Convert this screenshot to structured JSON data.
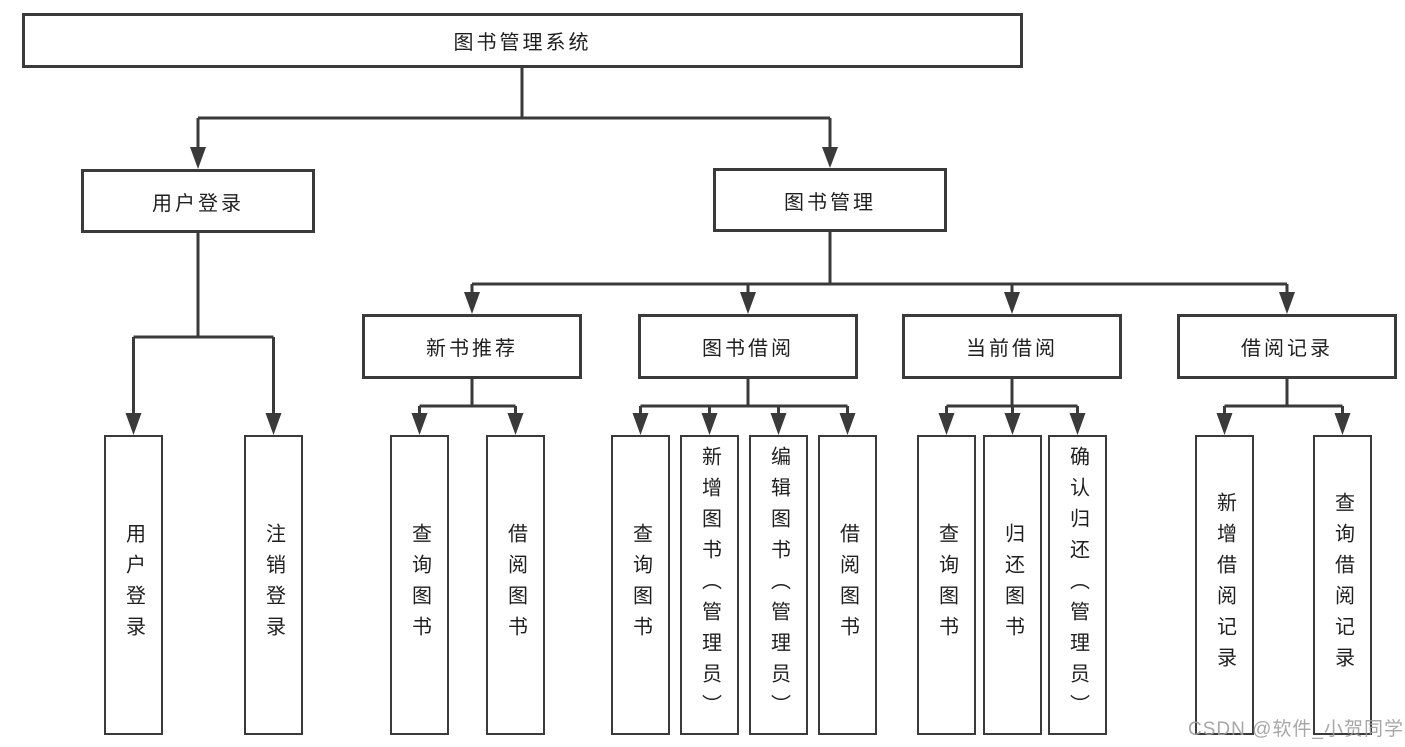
{
  "colors": {
    "background": "#ffffff",
    "line": "#3a3a3a",
    "box_border": "#3a3a3a",
    "text": "#1f1f1f",
    "watermark": "#9e9e9e"
  },
  "diagram": {
    "root": {
      "label": "图书管理系统"
    },
    "level2": [
      {
        "label": "用户登录"
      },
      {
        "label": "图书管理"
      }
    ],
    "level3": [
      {
        "label": "新书推荐"
      },
      {
        "label": "图书借阅"
      },
      {
        "label": "当前借阅"
      },
      {
        "label": "借阅记录"
      }
    ],
    "leaves": [
      {
        "label": "用户登录"
      },
      {
        "label": "注销登录"
      },
      {
        "label": "查询图书"
      },
      {
        "label": "借阅图书"
      },
      {
        "label": "查询图书"
      },
      {
        "label": "新增图书（管理员）"
      },
      {
        "label": "编辑图书（管理员）"
      },
      {
        "label": "借阅图书"
      },
      {
        "label": "查询图书"
      },
      {
        "label": "归还图书"
      },
      {
        "label": "确认归还（管理员）"
      },
      {
        "label": "新增借阅记录"
      },
      {
        "label": "查询借阅记录"
      }
    ],
    "hierarchy": {
      "图书管理系统": [
        "用户登录",
        "图书管理"
      ],
      "用户登录": [
        "用户登录",
        "注销登录"
      ],
      "图书管理": [
        "新书推荐",
        "图书借阅",
        "当前借阅",
        "借阅记录"
      ],
      "新书推荐": [
        "查询图书",
        "借阅图书"
      ],
      "图书借阅": [
        "查询图书",
        "新增图书（管理员）",
        "编辑图书（管理员）",
        "借阅图书"
      ],
      "当前借阅": [
        "查询图书",
        "归还图书",
        "确认归还（管理员）"
      ],
      "借阅记录": [
        "新增借阅记录",
        "查询借阅记录"
      ]
    }
  },
  "watermark": {
    "text": "CSDN @软件_小贺同学"
  }
}
